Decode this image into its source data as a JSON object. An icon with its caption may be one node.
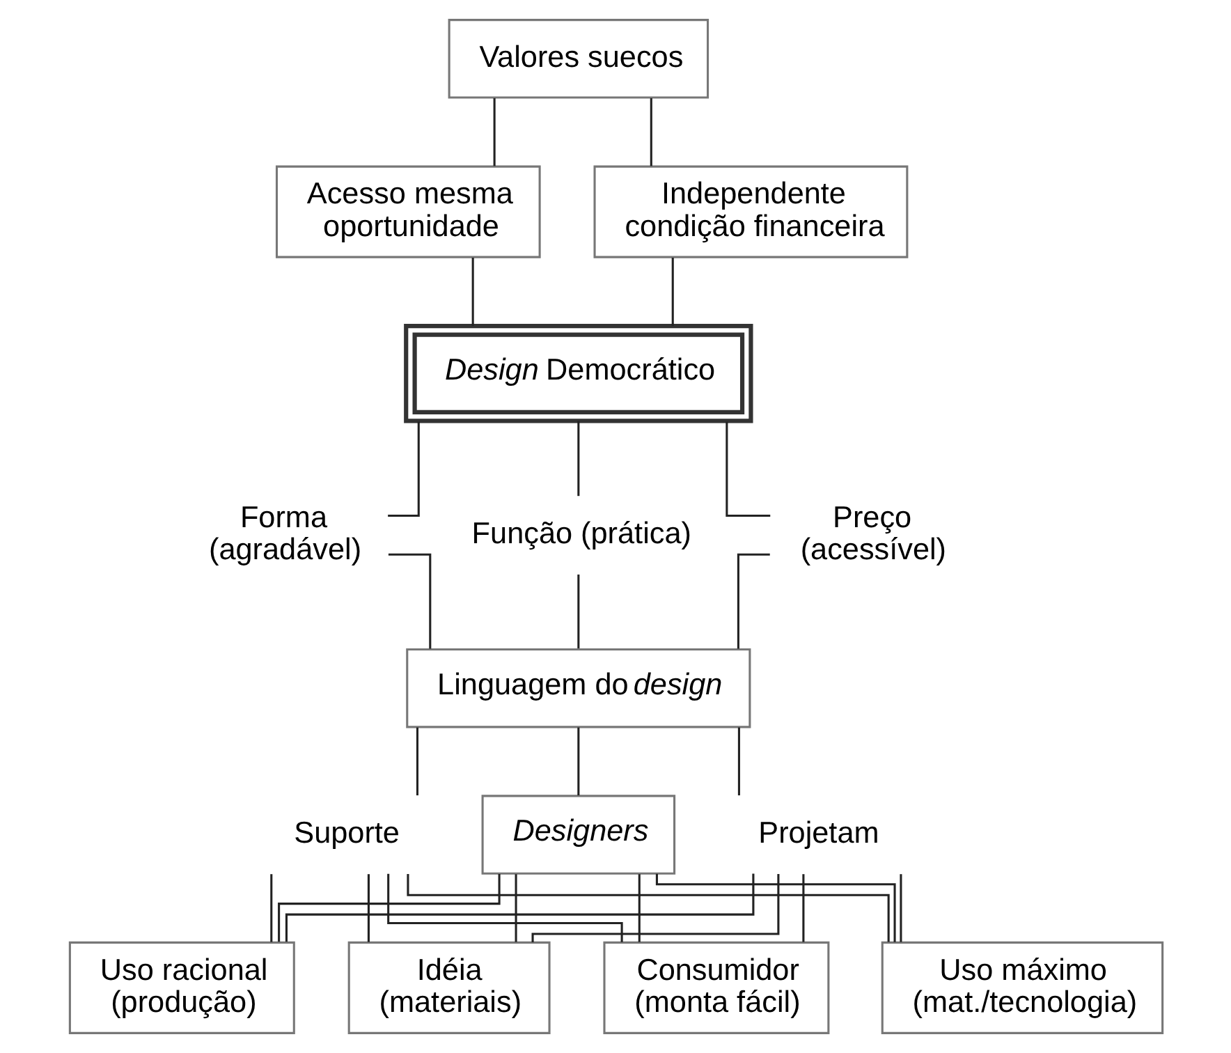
{
  "diagram": {
    "nodes": [
      {
        "text": [
          "Valores suecos"
        ]
      },
      {
        "text": [
          "Acesso mesma oportunidade"
        ]
      },
      {
        "text": [
          "Independente condição financeira"
        ]
      },
      {
        "text": [
          "*Design* Democrático"
        ]
      },
      {
        "text": [
          "Forma (agradável)"
        ]
      },
      {
        "text": [
          "Função (prática)"
        ]
      },
      {
        "text": [
          "Preço (acessível)"
        ]
      },
      {
        "text": [
          "Linguagem do *design*"
        ]
      },
      {
        "text": [
          "Suporte"
        ]
      },
      {
        "text": [
          "Designers"
        ]
      },
      {
        "text": [
          "Projetam"
        ]
      },
      {
        "text": [
          "Uso racional (produção)"
        ]
      },
      {
        "text": [
          "Idéia (materiais)"
        ]
      },
      {
        "text": [
          "Consumidor (monta fácil)"
        ]
      },
      {
        "text": [
          "Uso máximo (mat./tecnologia)"
        ]
      }
    ],
    "edges": [
      {
        "from": 0,
        "to": 1,
        "arrow": "none"
      },
      {
        "from": 0,
        "to": 2,
        "arrow": "none"
      },
      {
        "from": 1,
        "to": 3,
        "arrow": "none"
      },
      {
        "from": 2,
        "to": 3,
        "arrow": "none"
      },
      {
        "from": 3,
        "to": 4,
        "arrow": "none"
      },
      {
        "from": 3,
        "to": 5,
        "arrow": "none"
      },
      {
        "from": 3,
        "to": 6,
        "arrow": "none"
      },
      {
        "from": 4,
        "to": 7,
        "arrow": "none"
      },
      {
        "from": 5,
        "to": 7,
        "arrow": "none"
      },
      {
        "from": 6,
        "to": 7,
        "arrow": "none"
      },
      {
        "from": 7,
        "to": 8,
        "arrow": "none"
      },
      {
        "from": 7,
        "to": 9,
        "arrow": "none"
      },
      {
        "from": 7,
        "to": 10,
        "arrow": "none"
      },
      {
        "from": 8,
        "to": 11,
        "arrow": "none"
      },
      {
        "from": 8,
        "to": 12,
        "arrow": "none"
      },
      {
        "from": 8,
        "to": 13,
        "arrow": "none"
      },
      {
        "from": 8,
        "to": 14,
        "arrow": "none"
      },
      {
        "from": 9,
        "to": 11,
        "arrow": "none"
      },
      {
        "from": 9,
        "to": 12,
        "arrow": "none"
      },
      {
        "from": 9,
        "to": 13,
        "arrow": "none"
      },
      {
        "from": 9,
        "to": 14,
        "arrow": "none"
      },
      {
        "from": 10,
        "to": 11,
        "arrow": "none"
      },
      {
        "from": 10,
        "to": 12,
        "arrow": "none"
      },
      {
        "from": 10,
        "to": 13,
        "arrow": "none"
      },
      {
        "from": 10,
        "to": 14,
        "arrow": "none"
      }
    ]
  }
}
